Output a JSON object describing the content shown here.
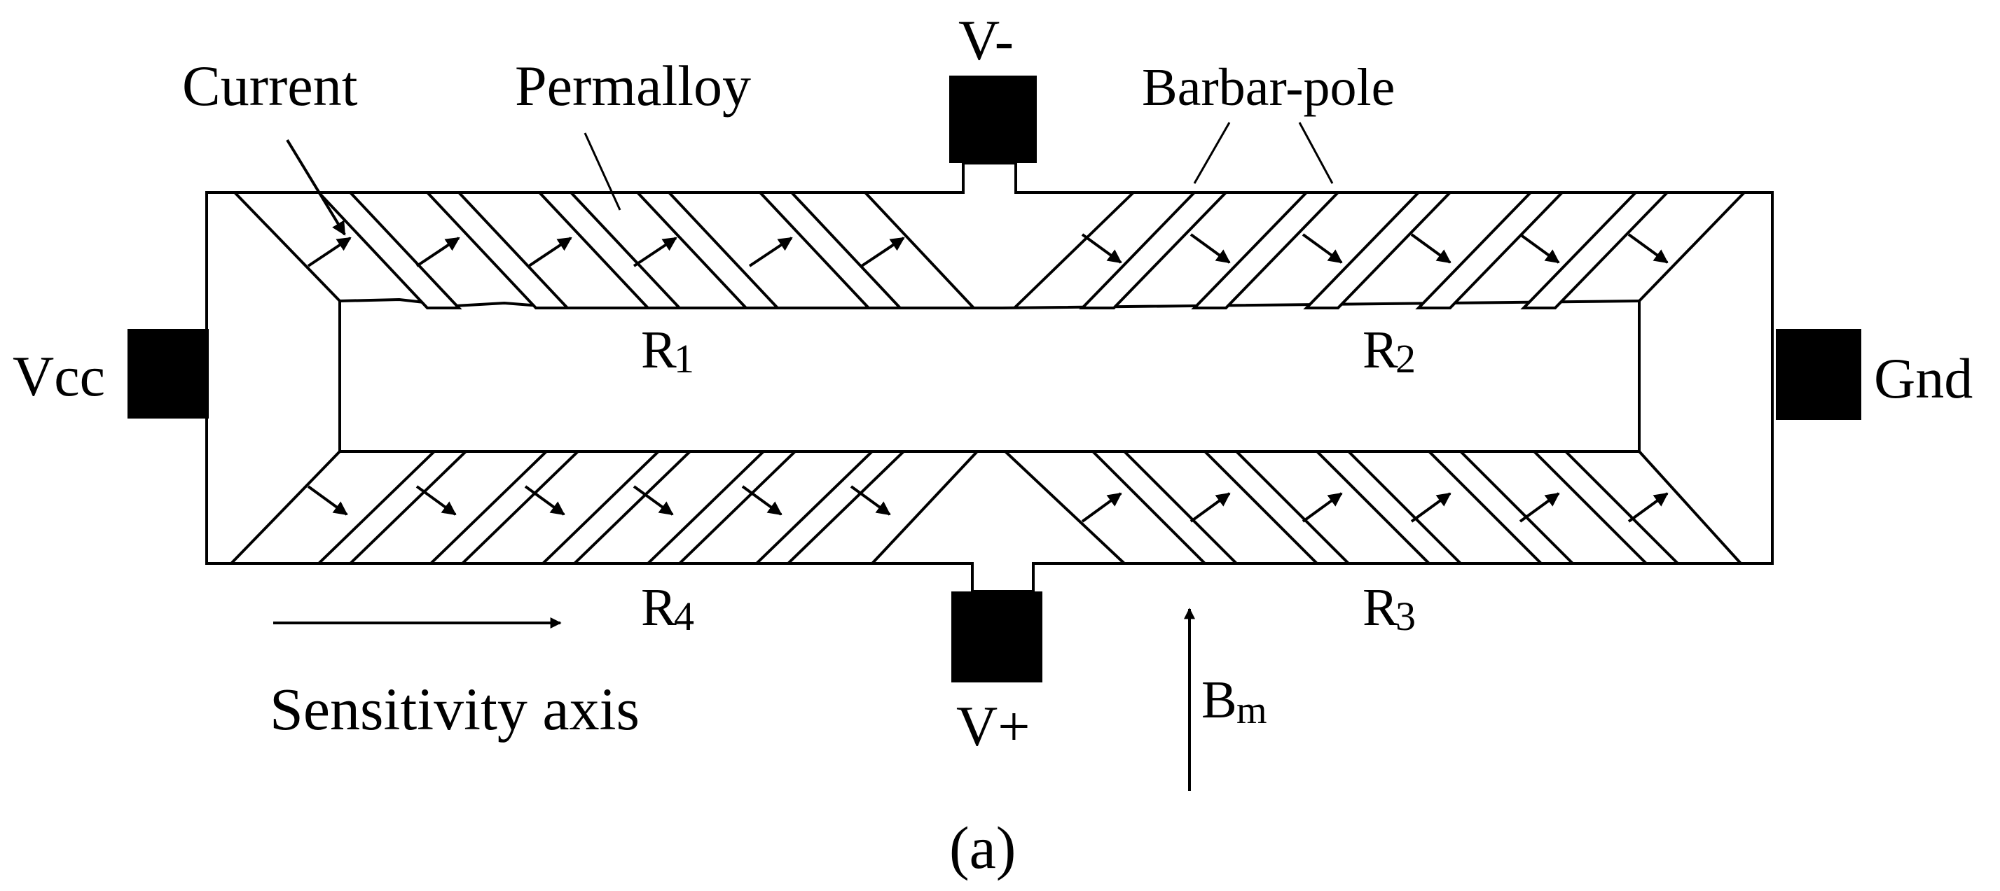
{
  "labels": {
    "current": "Current",
    "permalloy": "Permalloy",
    "v_minus": "V-",
    "barbar_pole": "Barbar-pole",
    "vcc": "Vcc",
    "gnd": "Gnd",
    "r1_letter": "R",
    "r1_sub": "1",
    "r2_letter": "R",
    "r2_sub": "2",
    "r3_letter": "R",
    "r3_sub": "3",
    "r4_letter": "R",
    "r4_sub": "4",
    "v_plus": "V+",
    "sensitivity_axis": "Sensitivity axis",
    "bm_letter": "B",
    "bm_sub": "m",
    "caption": "(a)"
  }
}
